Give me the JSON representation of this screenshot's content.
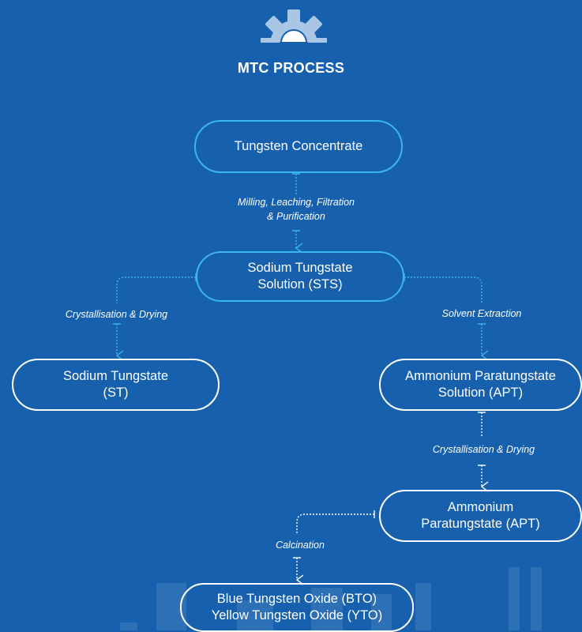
{
  "title": "MTC PROCESS",
  "icon": "gear-icon",
  "colors": {
    "background": "#1660ad",
    "highlight": "#3cb6ee",
    "default_line": "#ffffff"
  },
  "nodes": {
    "tungsten_concentrate": "Tungsten Concentrate",
    "sts": "Sodium Tungstate\nSolution (STS)",
    "st": "Sodium Tungstate\n(ST)",
    "apt_solution": "Ammonium Paratungstate\nSolution (APT)",
    "apt": "Ammonium\nParatungstate (APT)",
    "oxides": "Blue Tungsten Oxide (BTO)\nYellow Tungsten Oxide (YTO)"
  },
  "steps": {
    "milling": "Milling, Leaching, Filtration\n& Purification",
    "crystallisation_left": "Crystallisation & Drying",
    "solvent_extraction": "Solvent Extraction",
    "crystallisation_right": "Crystallisation & Drying",
    "calcination": "Calcination"
  }
}
